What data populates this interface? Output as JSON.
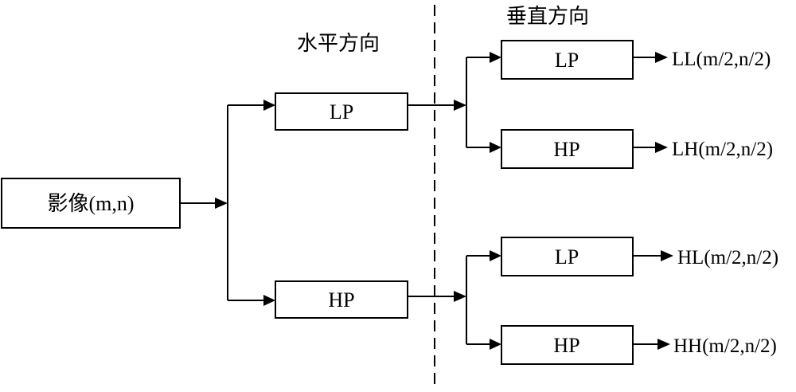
{
  "headers": {
    "horizontal": "水平方向",
    "vertical": "垂直方向"
  },
  "input": {
    "label": "影像(m,n)"
  },
  "horizontal_filters": {
    "lp": "LP",
    "hp": "HP"
  },
  "vertical_filters": {
    "lp_from_lp": "LP",
    "hp_from_lp": "HP",
    "lp_from_hp": "LP",
    "hp_from_hp": "HP"
  },
  "outputs": {
    "ll": "LL(m/2,n/2)",
    "lh": "LH(m/2,n/2)",
    "hl": "HL(m/2,n/2)",
    "hh": "HH(m/2,n/2)"
  }
}
